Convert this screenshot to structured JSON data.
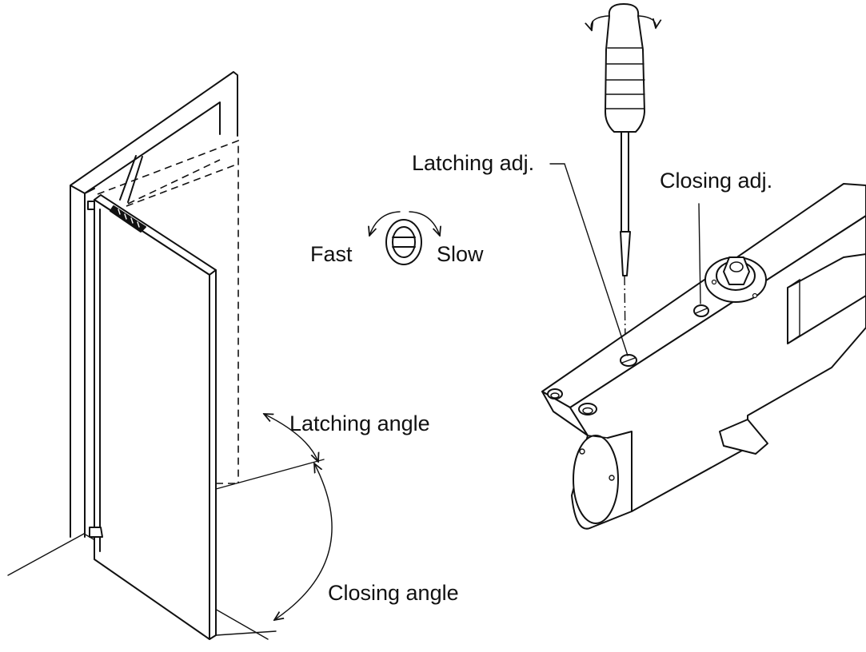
{
  "labels": {
    "latching_adj": "Latching adj.",
    "closing_adj": "Closing adj.",
    "fast": "Fast",
    "slow": "Slow",
    "latching_angle": "Latching angle",
    "closing_angle": "Closing angle"
  },
  "colors": {
    "line": "#111111",
    "background": "#ffffff"
  },
  "icons": [
    "door-icon",
    "door-closer-icon",
    "screwdriver-icon",
    "rotate-arrow-icon",
    "adjustment-screw-icon"
  ]
}
